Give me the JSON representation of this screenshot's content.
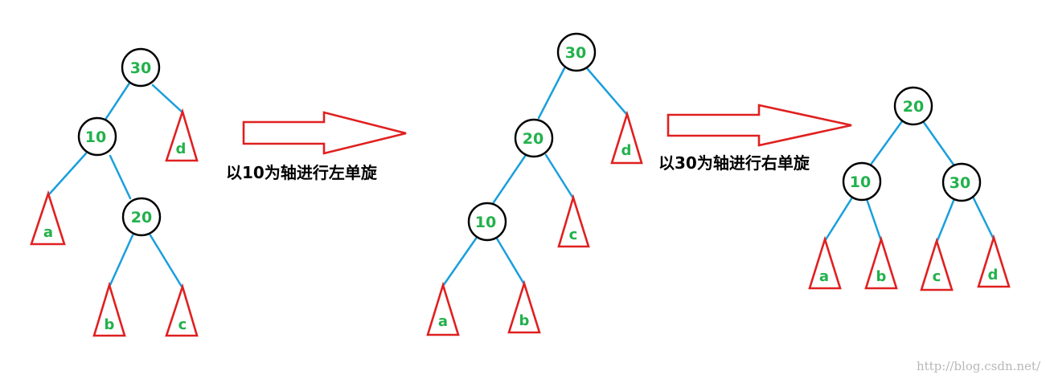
{
  "diagram": {
    "stages": [
      {
        "nodes": [
          {
            "id": "n30",
            "label": "30"
          },
          {
            "id": "n10",
            "label": "10"
          },
          {
            "id": "n20",
            "label": "20"
          }
        ],
        "subtrees": [
          {
            "id": "a",
            "label": "a"
          },
          {
            "id": "b",
            "label": "b"
          },
          {
            "id": "c",
            "label": "c"
          },
          {
            "id": "d",
            "label": "d"
          }
        ]
      },
      {
        "nodes": [
          {
            "id": "n30",
            "label": "30"
          },
          {
            "id": "n20",
            "label": "20"
          },
          {
            "id": "n10",
            "label": "10"
          }
        ],
        "subtrees": [
          {
            "id": "a",
            "label": "a"
          },
          {
            "id": "b",
            "label": "b"
          },
          {
            "id": "c",
            "label": "c"
          },
          {
            "id": "d",
            "label": "d"
          }
        ]
      },
      {
        "nodes": [
          {
            "id": "n20",
            "label": "20"
          },
          {
            "id": "n10",
            "label": "10"
          },
          {
            "id": "n30",
            "label": "30"
          }
        ],
        "subtrees": [
          {
            "id": "a",
            "label": "a"
          },
          {
            "id": "b",
            "label": "b"
          },
          {
            "id": "c",
            "label": "c"
          },
          {
            "id": "d",
            "label": "d"
          }
        ]
      }
    ],
    "transitions": [
      {
        "caption": "以10为轴进行左单旋"
      },
      {
        "caption": "以30为轴进行右单旋"
      }
    ],
    "watermark": "http://blog.csdn.net/",
    "colors": {
      "edge": "#1a9fdc",
      "node_label": "#22b14c",
      "subtree_outline": "#e02020",
      "arrow_outline": "#e02020",
      "node_outline": "#000000"
    }
  }
}
